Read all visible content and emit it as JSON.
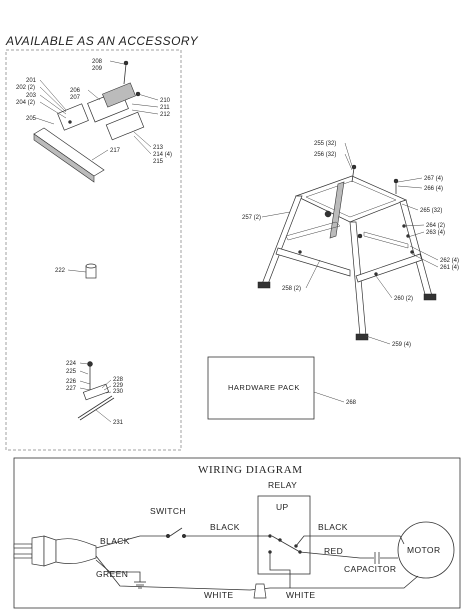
{
  "accessory_title": "AVAILABLE AS AN ACCESSORY",
  "accessory_parts": {
    "p201": "201",
    "p202": "202 (2)",
    "p203": "203",
    "p204": "204 (2)",
    "p205": "205",
    "p206": "206",
    "p207": "207",
    "p208": "208",
    "p209": "209",
    "p210": "210",
    "p211": "211",
    "p212": "212",
    "p213": "213",
    "p214": "214 (4)",
    "p215": "215",
    "p217": "217",
    "p222": "222",
    "p224": "224",
    "p225": "225",
    "p226": "226",
    "p227": "227",
    "p228": "228",
    "p229": "229",
    "p230": "230",
    "p231": "231"
  },
  "stand_parts": {
    "p255": "255 (32)",
    "p256": "256 (32)",
    "p257": "257 (2)",
    "p258": "258 (2)",
    "p259": "259 (4)",
    "p260": "260 (2)",
    "p261": "261 (4)",
    "p262": "262 (4)",
    "p263": "263 (4)",
    "p264": "264 (2)",
    "p265": "265 (32)",
    "p266": "266 (4)",
    "p267": "267 (4)",
    "p268": "268"
  },
  "hardware_pack": "HARDWARE PACK",
  "wiring": {
    "title": "WIRING DIAGRAM",
    "relay": "RELAY",
    "switch": "SWITCH",
    "up": "UP",
    "black_1": "BLACK",
    "black_2": "BLACK",
    "black_3": "BLACK",
    "red": "RED",
    "green": "GREEN",
    "white_1": "WHITE",
    "white_2": "WHITE",
    "capacitor": "CAPACITOR",
    "motor": "MOTOR"
  }
}
